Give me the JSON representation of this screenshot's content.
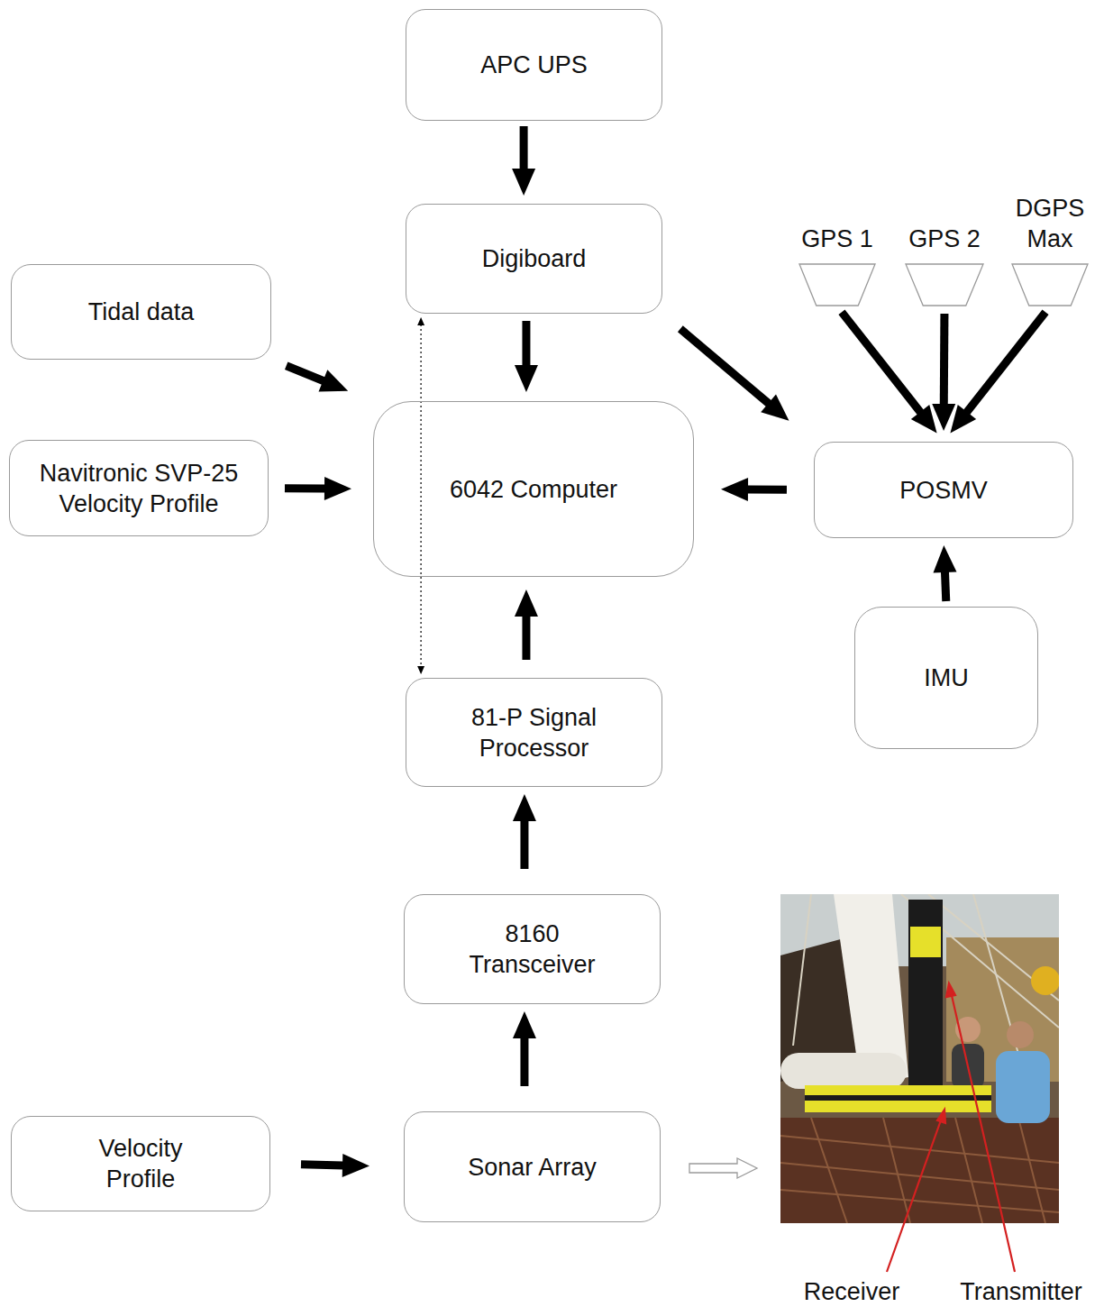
{
  "diagram": {
    "nodes": [
      {
        "text": [
          "APC UPS"
        ]
      },
      {
        "text": [
          "Digiboard"
        ]
      },
      {
        "text": [
          "Tidal data"
        ]
      },
      {
        "text": [
          "GPS 1"
        ]
      },
      {
        "text": [
          "GPS 2"
        ]
      },
      {
        "text": [
          "DGPS Max"
        ]
      },
      {
        "text": [
          "Navitronic SVP-25 Velocity Profile"
        ]
      },
      {
        "text": [
          "6042 Computer"
        ]
      },
      {
        "text": [
          "POSMV"
        ]
      },
      {
        "text": [
          "IMU"
        ]
      },
      {
        "text": [
          "81-P Signal Processor"
        ]
      },
      {
        "text": [
          "8160 Transceiver"
        ]
      },
      {
        "text": [
          "Velocity Profile"
        ]
      },
      {
        "text": [
          "Sonar Array"
        ]
      }
    ],
    "edges": [
      {
        "from": 0,
        "to": 1,
        "arrow": "to"
      },
      {
        "from": 1,
        "to": 7,
        "arrow": "to"
      },
      {
        "from": 1,
        "to": 8,
        "arrow": "to"
      },
      {
        "from": 3,
        "to": 8,
        "arrow": "to"
      },
      {
        "from": 4,
        "to": 8,
        "arrow": "to"
      },
      {
        "from": 5,
        "to": 8,
        "arrow": "to"
      },
      {
        "from": 2,
        "to": 7,
        "arrow": "to"
      },
      {
        "from": 6,
        "to": 7,
        "arrow": "to"
      },
      {
        "from": 8,
        "to": 7,
        "arrow": "to"
      },
      {
        "from": 9,
        "to": 8,
        "arrow": "to"
      },
      {
        "from": 10,
        "to": 7,
        "arrow": "to"
      },
      {
        "from": 11,
        "to": 10,
        "arrow": "to"
      },
      {
        "from": 13,
        "to": 11,
        "arrow": "to"
      },
      {
        "from": 12,
        "to": 13,
        "arrow": "to"
      },
      {
        "from": 1,
        "to": 10,
        "arrow": "both"
      }
    ],
    "labels": [
      "Receiver",
      "Transmitter"
    ]
  }
}
